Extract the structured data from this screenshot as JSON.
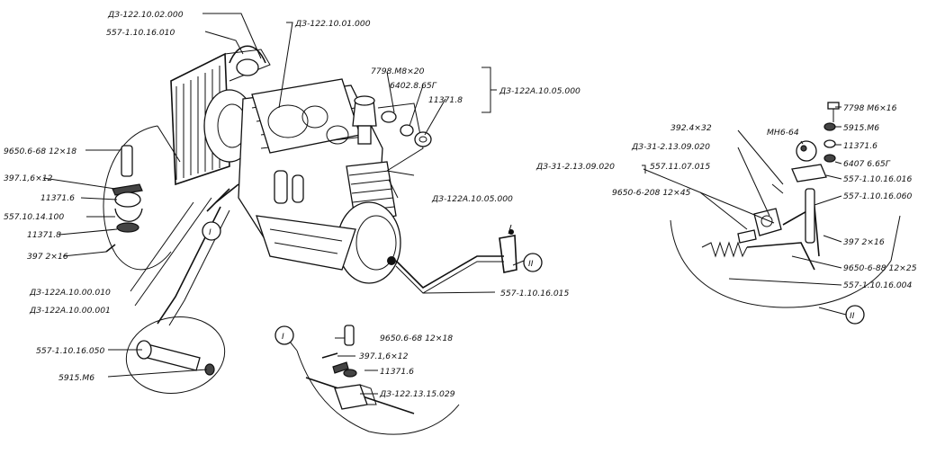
{
  "labels": {
    "d3_10_02_000": "ДЗ-122.10.02.000",
    "p557_10_16_010": "557-1.10.16.010",
    "d3_10_01_000": "ДЗ-122.10.01.000",
    "p7798_m8x20": "7798.М8×20",
    "p6402_8_65g": "6402.8.65Г",
    "p11371_8_top": "11371.8",
    "d3a_10_05_000_a": "ДЗ-122А.10.05.000",
    "d3a_10_05_000_b": "ДЗ-122А.10.05.000",
    "p9650_6_68_12x18_l": "9650.6-68 12×18",
    "p397_1_6x12_l": "397.1,6×12",
    "p11371_6_l": "11371.6",
    "p557_10_14_100": "557.10.14.100",
    "p11371_8_l": "11371.8",
    "p397_2x16_l": "397 2×16",
    "d3a_10_00_010": "ДЗ-122А.10.00.010",
    "d3a_10_00_001": "ДЗ-122А.10.00.001",
    "callout_i": "I",
    "callout_ii": "II",
    "p557_10_16_015": "557-1.10.16.015",
    "p557_10_16_050": "557-1.10.16.050",
    "p5915_m6_b": "5915.М6",
    "p9650_6_68_12x18_b": "9650.6-68 12×18",
    "p397_1_6x12_b": "397.1,6×12",
    "p11371_6_b": "11371.6",
    "d3_13_15_029": "ДЗ-122.13.15.029",
    "p7798_m6x16": "7798 М6×16",
    "p392_4x32": "392.4×32",
    "mn6_64": "МН6-64",
    "p5915_m6_r": "5915.М6",
    "p11371_6_r": "11371.6",
    "d3_31_2_13_09_020_a": "ДЗ-31-2.13.09.020",
    "d3_31_2_13_09_020_b": "ДЗ-31-2.13.09.020",
    "p6407_6_65g": "6407 6.65Г",
    "p557_11_07_015": "557.11.07.015",
    "p557_10_16_016": "557-1.10.16.016",
    "p9650_6_20_812x45": "9650-6-208 12×45",
    "p557_10_16_060": "557-1.10.16.060",
    "p397_2x16_r": "397 2×16",
    "p9650_6_88_12x25": "9650-6-88 12×25",
    "p557_10_16_004": "557-1.10.16.004"
  }
}
